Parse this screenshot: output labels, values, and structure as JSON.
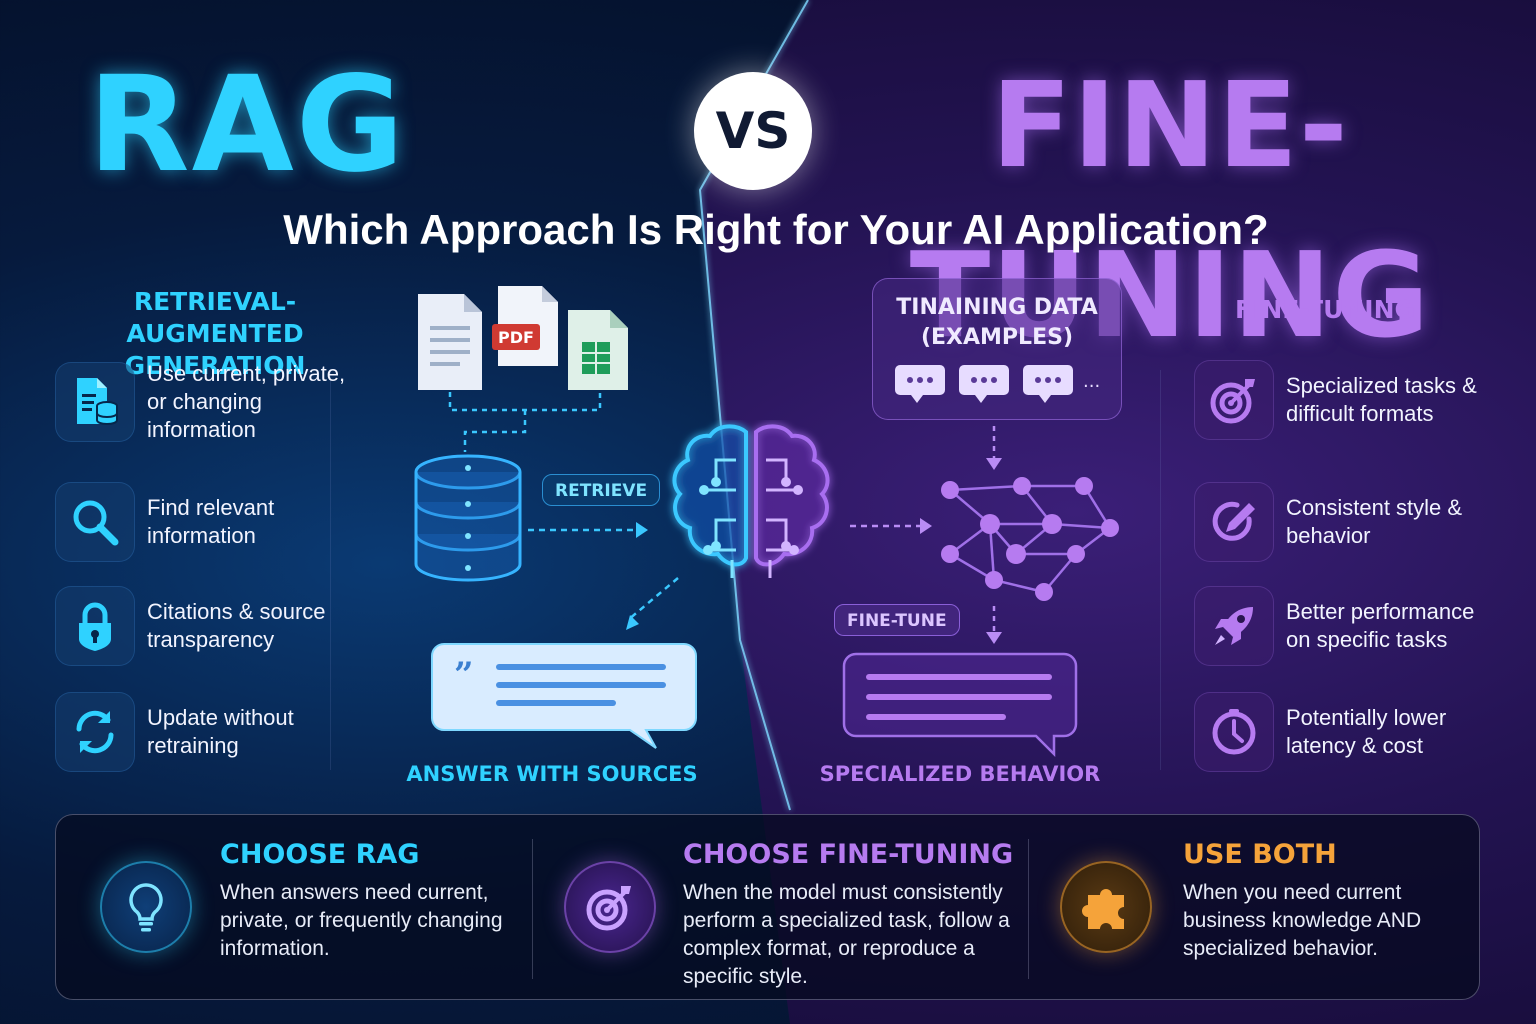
{
  "header": {
    "left_title": "RAG",
    "vs_label": "VS",
    "right_title": "FINE-TUNING",
    "subtitle": "Which Approach Is Right for Your AI Application?"
  },
  "rag": {
    "heading": "RETRIEVAL-AUGMENTED GENERATION",
    "features": [
      {
        "icon": "document-database-icon",
        "text": "Use current, private, or changing information"
      },
      {
        "icon": "search-icon",
        "text": "Find relevant information"
      },
      {
        "icon": "lock-icon",
        "text": "Citations & source transparency"
      },
      {
        "icon": "refresh-icon",
        "text": "Update without retraining"
      }
    ],
    "doc_badge": "PDF",
    "retrieve_label": "RETRIEVE",
    "answer_label": "ANSWER WITH SOURCES"
  },
  "finetune": {
    "heading": "FINE-TUNING",
    "training_title": "TINAINING DATA (EXAMPLES)",
    "ellipsis": "...",
    "finetune_label": "FINE-TUNE",
    "specialized_label": "SPECIALIZED BEHAVIOR",
    "features": [
      {
        "icon": "target-icon",
        "text": "Specialized tasks & difficult formats"
      },
      {
        "icon": "pencil-icon",
        "text": "Consistent style & behavior"
      },
      {
        "icon": "rocket-icon",
        "text": "Better performance on specific tasks"
      },
      {
        "icon": "clock-icon",
        "text": "Potentially lower latency & cost"
      }
    ]
  },
  "choices": [
    {
      "icon": "lightbulb-icon",
      "title": "CHOOSE RAG",
      "text": "When answers need current, private, or frequently changing information.",
      "color": "#2fd2ff"
    },
    {
      "icon": "target-icon",
      "title": "CHOOSE FINE-TUNING",
      "text": "When the model must consistently perform a specialized task, follow a complex format, or reproduce a specific style.",
      "color": "#b67bf0"
    },
    {
      "icon": "puzzle-icon",
      "title": "USE BOTH",
      "text": "When you need current business knowledge AND specialized behavior.",
      "color": "#f5a33a"
    }
  ],
  "colors": {
    "rag_accent": "#2fd2ff",
    "ft_accent": "#b67bf0",
    "both_accent": "#f5a33a"
  }
}
